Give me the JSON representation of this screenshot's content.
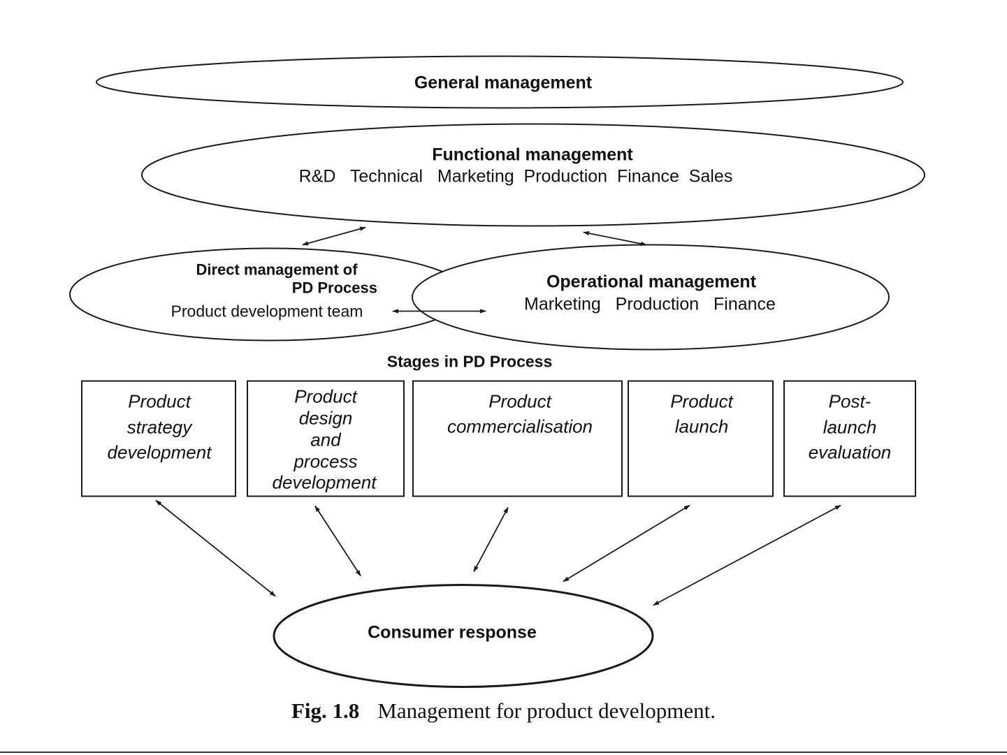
{
  "general": {
    "label": "General management"
  },
  "functional": {
    "title": "Functional management",
    "functions": "R&D   Technical   Marketing  Production  Finance  Sales"
  },
  "direct": {
    "title_line1": "Direct management of",
    "title_line2": "PD Process",
    "subtitle": "Product development team"
  },
  "operational": {
    "title": "Operational management",
    "functions": "Marketing   Production   Finance"
  },
  "stages": {
    "heading": "Stages in PD Process",
    "items": [
      {
        "lines": [
          "Product",
          "strategy",
          "development"
        ]
      },
      {
        "lines": [
          "Product",
          "design",
          "and",
          "process",
          "development"
        ]
      },
      {
        "lines": [
          "Product",
          "commercialisation"
        ]
      },
      {
        "lines": [
          "Product",
          "launch"
        ]
      },
      {
        "lines": [
          "Post-",
          "launch",
          "evaluation"
        ]
      }
    ]
  },
  "consumer": {
    "label": "Consumer response"
  },
  "caption": {
    "fig": "Fig. 1.8",
    "text": "Management for product development."
  }
}
